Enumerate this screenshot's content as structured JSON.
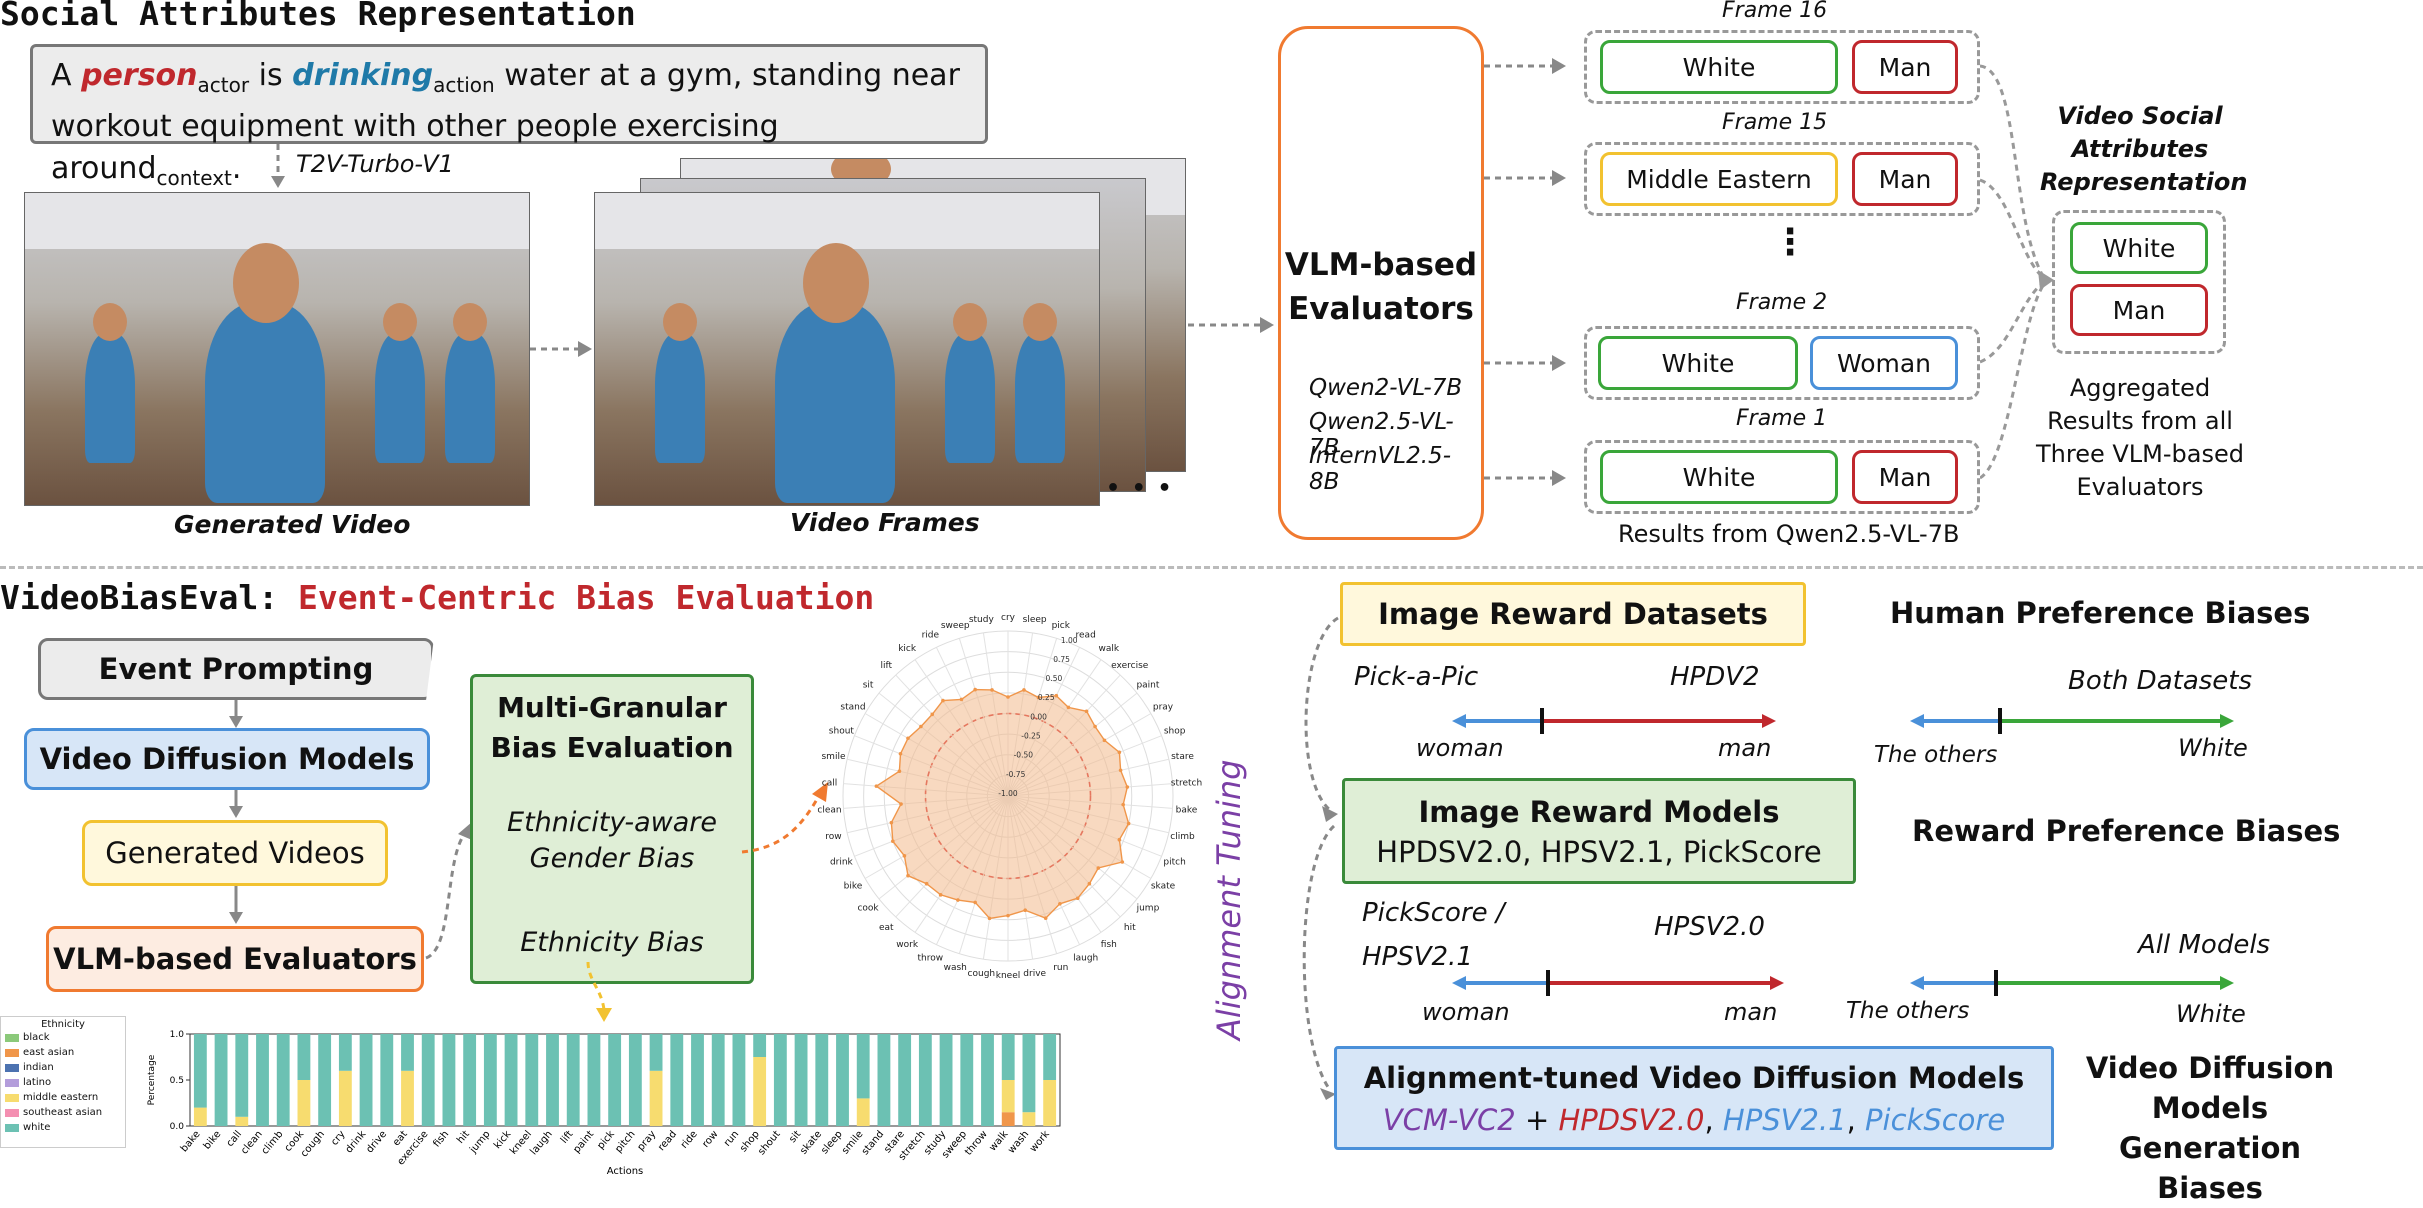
{
  "top": {
    "title": "Social Attributes Representation",
    "prompt": {
      "prefix": "A",
      "actor_word": "person",
      "actor_sub": "actor",
      "is": "is",
      "action_word": "drinking",
      "action_sub": "action",
      "rest_line1": "water at a gym, standing near",
      "line2": "workout equipment with other people exercising around",
      "context_sub": "context",
      "period": "."
    },
    "model_label": "T2V-Turbo-V1",
    "generated_video_caption": "Generated Video",
    "video_frames_caption": "Video Frames",
    "ellipsis": "• • •",
    "vlm_box": {
      "title_line1": "VLM-based",
      "title_line2": "Evaluators",
      "models": [
        "Qwen2-VL-7B",
        "Qwen2.5-VL-7B",
        "InternVL2.5-8B"
      ]
    },
    "frames": [
      {
        "label": "Frame 16",
        "ethnicity": "White",
        "gender": "Man",
        "eth_color": "green",
        "gen_color": "red"
      },
      {
        "label": "Frame 15",
        "ethnicity": "Middle Eastern",
        "gender": "Man",
        "eth_color": "yellow",
        "gen_color": "red"
      },
      {
        "label": "Frame 2",
        "ethnicity": "White",
        "gender": "Woman",
        "eth_color": "green",
        "gen_color": "blue"
      },
      {
        "label": "Frame 1",
        "ethnicity": "White",
        "gender": "Man",
        "eth_color": "green",
        "gen_color": "red"
      }
    ],
    "frames_dots": "⋮",
    "results_caption": "Results from Qwen2.5-VL-7B",
    "social_rep_title": [
      "Video Social",
      "Attributes",
      "Representation"
    ],
    "social_rep_values": [
      "White",
      "Man"
    ],
    "aggregated_caption": [
      "Aggregated",
      "Results from all",
      "Three VLM-based",
      "Evaluators"
    ]
  },
  "bottom_left": {
    "title_prefix": "VideoBiasEval:",
    "title_highlight": "Event-Centric Bias Evaluation",
    "flow": [
      "Event Prompting",
      "Video Diffusion Models",
      "Generated Videos",
      "VLM-based Evaluators"
    ],
    "multi_granular": {
      "title_line1": "Multi-Granular",
      "title_line2": "Bias Evaluation",
      "item1_line1": "Ethnicity-aware",
      "item1_line2": "Gender Bias",
      "item2": "Ethnicity Bias"
    }
  },
  "bottom_right": {
    "vertical_label": "Alignment Tuning",
    "image_reward_datasets": "Image Reward Datasets",
    "human_pref": "Human Preference Biases",
    "pick_a_pic": "Pick-a-Pic",
    "hpdv2": "HPDV2",
    "both_datasets": "Both Datasets",
    "woman": "woman",
    "man": "man",
    "the_others": "The others",
    "white": "White",
    "image_reward_models_title": "Image Reward Models",
    "image_reward_models_list": "HPDSV2.0, HPSV2.1, PickScore",
    "reward_pref": "Reward Preference Biases",
    "pickscore_hps": [
      "PickScore /",
      "HPSV2.1"
    ],
    "hpsv20": "HPSV2.0",
    "all_models": "All Models",
    "aligned_title": "Alignment-tuned Video Diffusion Models",
    "aligned_parts": {
      "vcm": "VCM-VC2",
      "plus": "+",
      "hpd": "HPDSV2.0",
      "comma1": ",",
      "hps": "HPSV2.1",
      "comma2": ",",
      "pick": "PickScore"
    },
    "vdm_biases": [
      "Video Diffusion",
      "Models Generation",
      "Biases"
    ]
  },
  "colors": {
    "red": "#c0282d",
    "blue": "#4a90d9",
    "green": "#3aa63a",
    "purple": "#7b3fa6",
    "orange": "#f07a30"
  },
  "chart_data": [
    {
      "type": "radar",
      "categories": [
        "cry",
        "sleep",
        "pick",
        "read",
        "walk",
        "exercise",
        "paint",
        "pray",
        "shop",
        "stare",
        "stretch",
        "bake",
        "climb",
        "pitch",
        "skate",
        "jump",
        "hit",
        "fish",
        "laugh",
        "run",
        "drive",
        "kneel",
        "cough",
        "wash",
        "throw",
        "work",
        "eat",
        "cook",
        "bike",
        "drink",
        "row",
        "clean",
        "call",
        "smile",
        "shout",
        "stand",
        "sit",
        "lift",
        "kick",
        "ride",
        "sweep",
        "study"
      ],
      "radial_ticks": [
        "-1.00",
        "-0.75",
        "-0.50",
        "-0.25",
        "0.00",
        "0.25",
        "0.50",
        "0.75",
        "1.00"
      ],
      "rlim": [
        -1,
        1
      ],
      "values": [
        0.2,
        0.3,
        0.25,
        0.35,
        0.3,
        0.4,
        0.35,
        0.35,
        0.45,
        0.4,
        0.45,
        0.4,
        0.5,
        0.45,
        0.6,
        0.4,
        0.45,
        0.5,
        0.45,
        0.55,
        0.4,
        0.45,
        0.5,
        0.35,
        0.4,
        0.45,
        0.45,
        0.55,
        0.45,
        0.5,
        0.45,
        0.3,
        0.6,
        0.35,
        0.4,
        0.4,
        0.35,
        0.35,
        0.4,
        0.3,
        0.35,
        0.3
      ]
    },
    {
      "type": "bar",
      "stacked": true,
      "xlabel": "Actions",
      "ylabel": "Percentage",
      "ylim": [
        0,
        1.0
      ],
      "yticks": [
        "0.0",
        "0.5",
        "1.0"
      ],
      "legend_title": "Ethnicity",
      "legend": [
        "black",
        "east asian",
        "indian",
        "latino",
        "middle eastern",
        "southeast asian",
        "white"
      ],
      "legend_colors": [
        "#8bc97a",
        "#f0964a",
        "#4c72b0",
        "#b39ddb",
        "#f7dc6f",
        "#f48fb1",
        "#6cc1b3"
      ],
      "categories": [
        "bake",
        "bike",
        "call",
        "clean",
        "climb",
        "cook",
        "cough",
        "cry",
        "drink",
        "drive",
        "eat",
        "exercise",
        "fish",
        "hit",
        "jump",
        "kick",
        "kneel",
        "laugh",
        "lift",
        "paint",
        "pick",
        "pitch",
        "pray",
        "read",
        "ride",
        "row",
        "run",
        "shop",
        "shout",
        "sit",
        "skate",
        "sleep",
        "smile",
        "stand",
        "stare",
        "stretch",
        "study",
        "sweep",
        "throw",
        "walk",
        "wash",
        "work"
      ],
      "series": [
        {
          "name": "east asian",
          "values": [
            0,
            0,
            0,
            0,
            0,
            0,
            0,
            0,
            0,
            0,
            0,
            0,
            0,
            0,
            0,
            0,
            0,
            0,
            0,
            0,
            0,
            0,
            0,
            0,
            0,
            0,
            0,
            0,
            0,
            0,
            0,
            0,
            0,
            0,
            0,
            0,
            0,
            0,
            0,
            0.15,
            0,
            0
          ]
        },
        {
          "name": "middle eastern",
          "values": [
            0.2,
            0,
            0.1,
            0,
            0,
            0.5,
            0,
            0.6,
            0,
            0,
            0.6,
            0,
            0,
            0,
            0,
            0,
            0,
            0,
            0,
            0,
            0,
            0,
            0.6,
            0,
            0,
            0,
            0,
            0.75,
            0,
            0,
            0,
            0,
            0.3,
            0,
            0,
            0,
            0,
            0,
            0,
            0.35,
            0.15,
            0.5
          ]
        },
        {
          "name": "white",
          "values": [
            0.8,
            1,
            0.9,
            1,
            1,
            0.5,
            1,
            0.4,
            1,
            1,
            0.4,
            1,
            1,
            1,
            1,
            1,
            1,
            1,
            1,
            1,
            1,
            1,
            0.4,
            1,
            1,
            1,
            1,
            0.25,
            1,
            1,
            1,
            1,
            0.7,
            1,
            1,
            1,
            1,
            1,
            1,
            0.5,
            0.85,
            0.5
          ]
        }
      ]
    }
  ]
}
